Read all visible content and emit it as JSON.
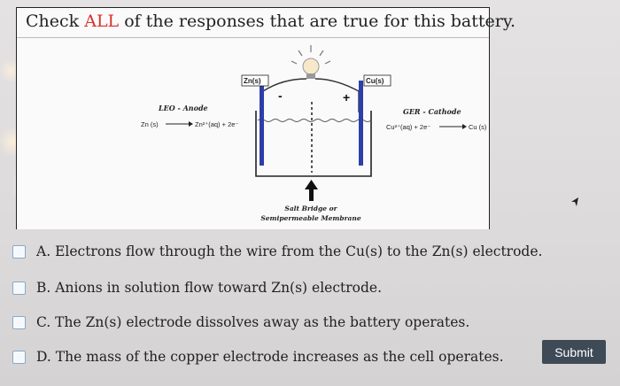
{
  "question": {
    "prefix": "Check ",
    "accent": "ALL",
    "suffix": " of the responses that are true for this battery."
  },
  "diagram": {
    "anode_electrode": "Zn(s)",
    "cathode_electrode": "Cu(s)",
    "minus_sign": "-",
    "plus_sign": "+",
    "anode_title": "LEO - Anode",
    "anode_reaction_left": "Zn (s)",
    "anode_reaction_right": "Zn²⁺(aq) + 2e⁻",
    "cathode_title": "GER - Cathode",
    "cathode_reaction_left": "Cu²⁺(aq) + 2e⁻",
    "cathode_reaction_right": "Cu (s)",
    "salt_bridge_line1": "Salt Bridge or",
    "salt_bridge_line2": "Semipermeable Membrane"
  },
  "options": [
    {
      "letter": "A.",
      "text": "Electrons flow through the wire from the Cu(s) to the Zn(s) electrode.",
      "checked": false
    },
    {
      "letter": "B.",
      "text": "Anions in solution flow toward Zn(s) electrode.",
      "checked": false
    },
    {
      "letter": "C.",
      "text": "The Zn(s) electrode dissolves away as the battery operates.",
      "checked": false
    },
    {
      "letter": "D.",
      "text": "The mass of the copper electrode increases as the cell operates.",
      "checked": false
    }
  ],
  "submit_label": "Submit",
  "colors": {
    "accent": "#d9302c",
    "electrode": "#2c3fa8",
    "submit_bg": "#3e4a56"
  }
}
